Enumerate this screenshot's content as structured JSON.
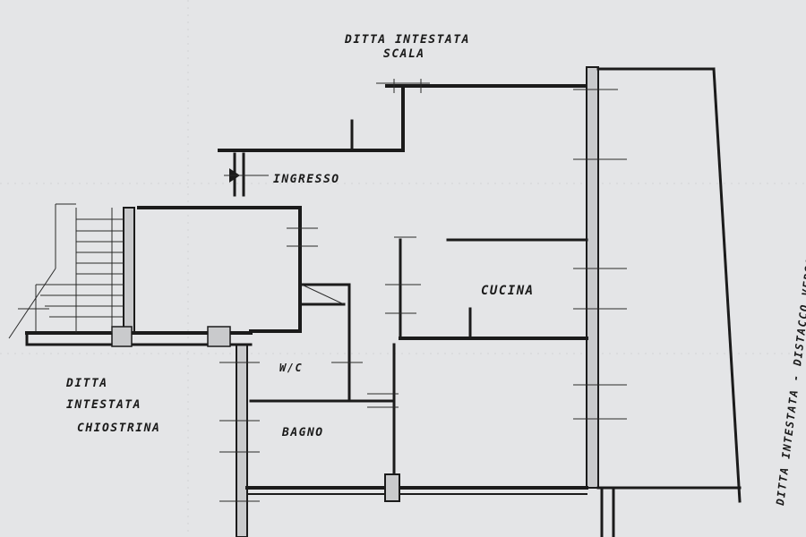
{
  "labels": {
    "top_neighbor": "DITTA INTESTATA",
    "top_stair": "SCALA",
    "entrance": "INGRESSO",
    "kitchen": "CUCINA",
    "wc": "W/C",
    "bathroom": "BAGNO",
    "left_neighbor_line1": "DITTA",
    "left_neighbor_line2": "INTESTATA",
    "left_neighbor_line3": "CHIOSTRINA",
    "right_side": "DITTA INTESTATA - DISTACCO VERSO PAL."
  },
  "colors": {
    "paper": "#e4e5e7",
    "ink": "#1b1b1b"
  }
}
